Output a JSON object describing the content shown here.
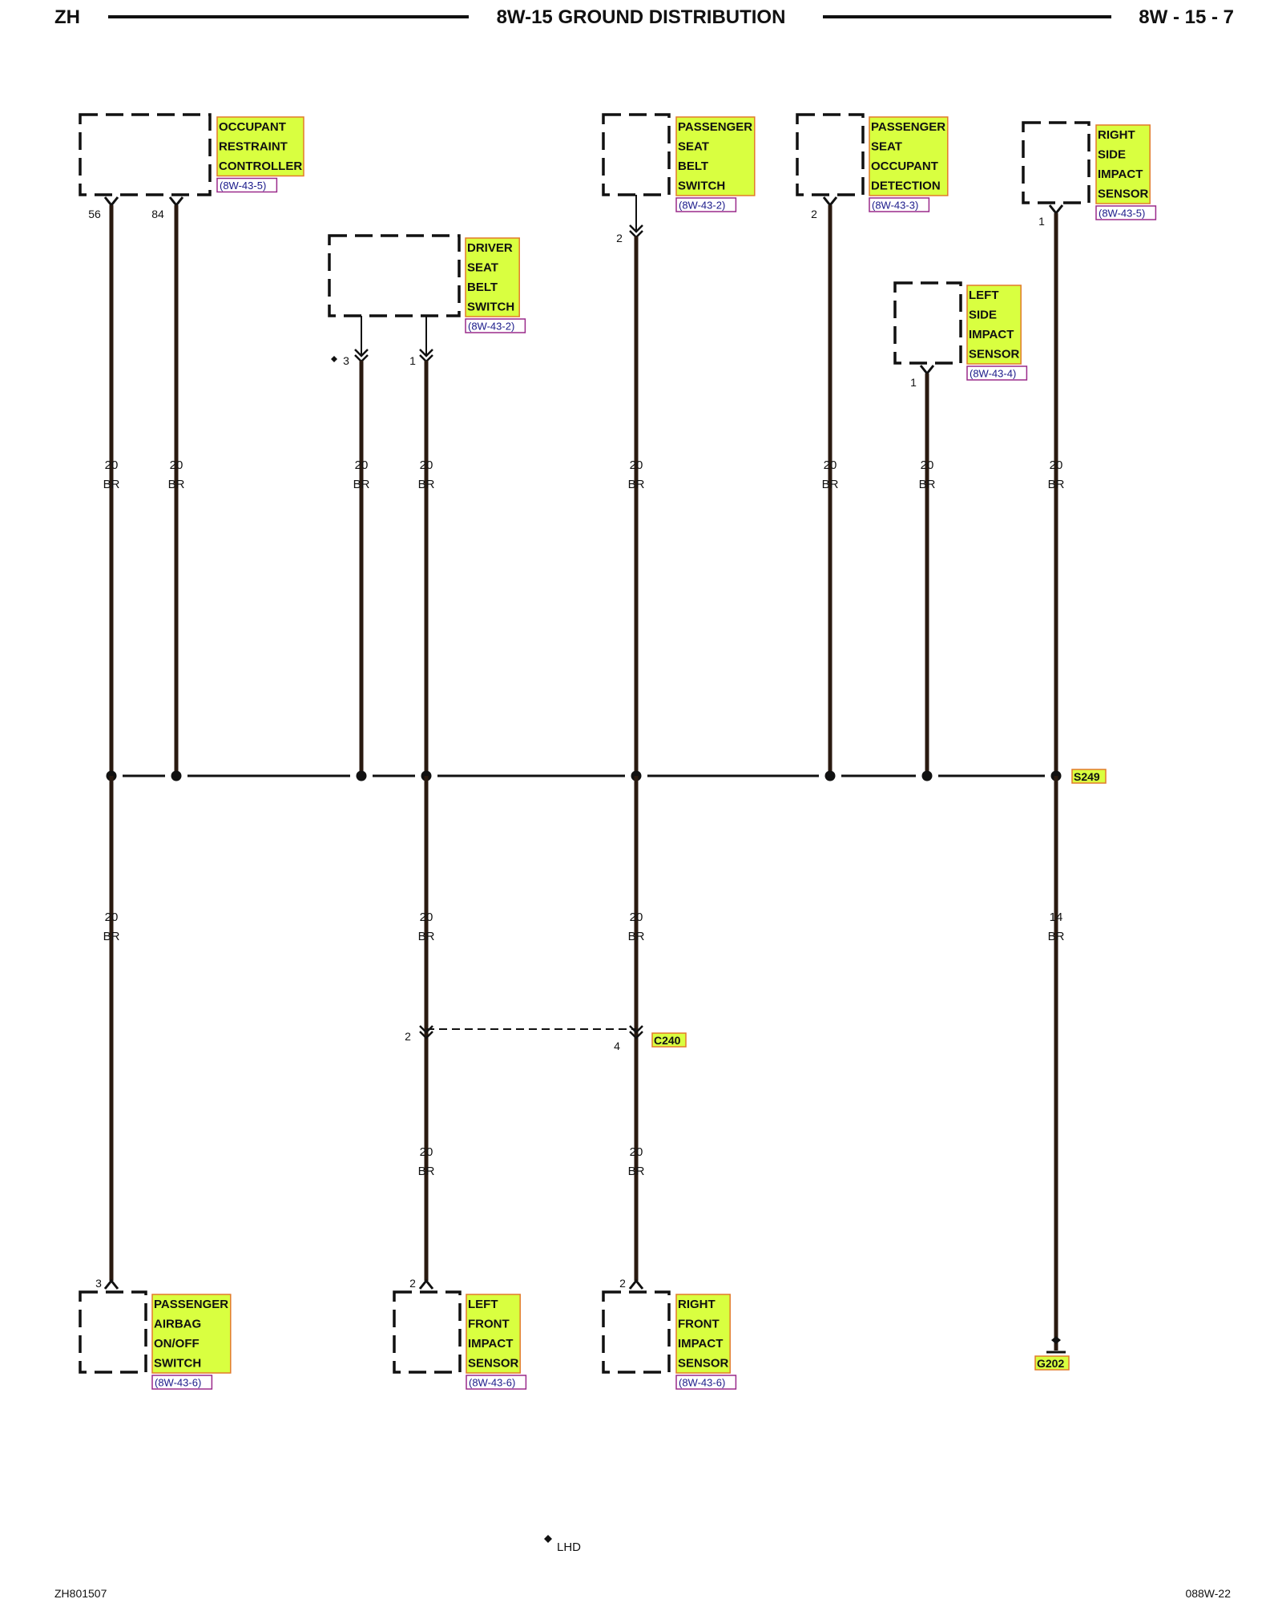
{
  "header": {
    "left": "ZH",
    "title": "8W-15 GROUND DISTRIBUTION",
    "right": "8W - 15 - 7"
  },
  "footer": {
    "left": "ZH801507",
    "right": "088W-22"
  },
  "colors": {
    "wire": "#2a1a10",
    "label_fill": "#d9ff40",
    "label_border": "#e27a2a",
    "ref_border": "#9a2a8a",
    "ref_text": "#1a1a8a"
  },
  "components": [
    {
      "id": "orc",
      "name": [
        "OCCUPANT",
        "RESTRAINT",
        "CONTROLLER"
      ],
      "ref": "(8W-43-5)"
    },
    {
      "id": "pass-belt",
      "name": [
        "PASSENGER",
        "SEAT",
        "BELT",
        "SWITCH"
      ],
      "ref": "(8W-43-2)"
    },
    {
      "id": "pass-occ",
      "name": [
        "PASSENGER",
        "SEAT",
        "OCCUPANT",
        "DETECTION"
      ],
      "ref": "(8W-43-3)"
    },
    {
      "id": "rside",
      "name": [
        "RIGHT",
        "SIDE",
        "IMPACT",
        "SENSOR"
      ],
      "ref": "(8W-43-5)"
    },
    {
      "id": "driver-belt",
      "name": [
        "DRIVER",
        "SEAT",
        "BELT",
        "SWITCH"
      ],
      "ref": "(8W-43-2)"
    },
    {
      "id": "lside",
      "name": [
        "LEFT",
        "SIDE",
        "IMPACT",
        "SENSOR"
      ],
      "ref": "(8W-43-4)"
    },
    {
      "id": "airbag-sw",
      "name": [
        "PASSENGER",
        "AIRBAG",
        "ON/OFF",
        "SWITCH"
      ],
      "ref": "(8W-43-6)"
    },
    {
      "id": "lfront",
      "name": [
        "LEFT",
        "FRONT",
        "IMPACT",
        "SENSOR"
      ],
      "ref": "(8W-43-6)"
    },
    {
      "id": "rfront",
      "name": [
        "RIGHT",
        "FRONT",
        "IMPACT",
        "SENSOR"
      ],
      "ref": "(8W-43-6)"
    }
  ],
  "pins": {
    "orc_a": "56",
    "orc_b": "84",
    "driver_a": "3",
    "driver_b": "1",
    "pass_belt": "2",
    "pass_occ": "2",
    "lside": "1",
    "rside": "1",
    "airbag_sw": "3",
    "c240_left": "2",
    "c240_right": "4",
    "lfront": "2",
    "rfront": "2"
  },
  "wire_gauge": "20",
  "wire_gauge_ground": "14",
  "wire_color": "BR",
  "splice": "S249",
  "connector": "C240",
  "ground": "G202",
  "legend": {
    "lhd": "LHD"
  }
}
